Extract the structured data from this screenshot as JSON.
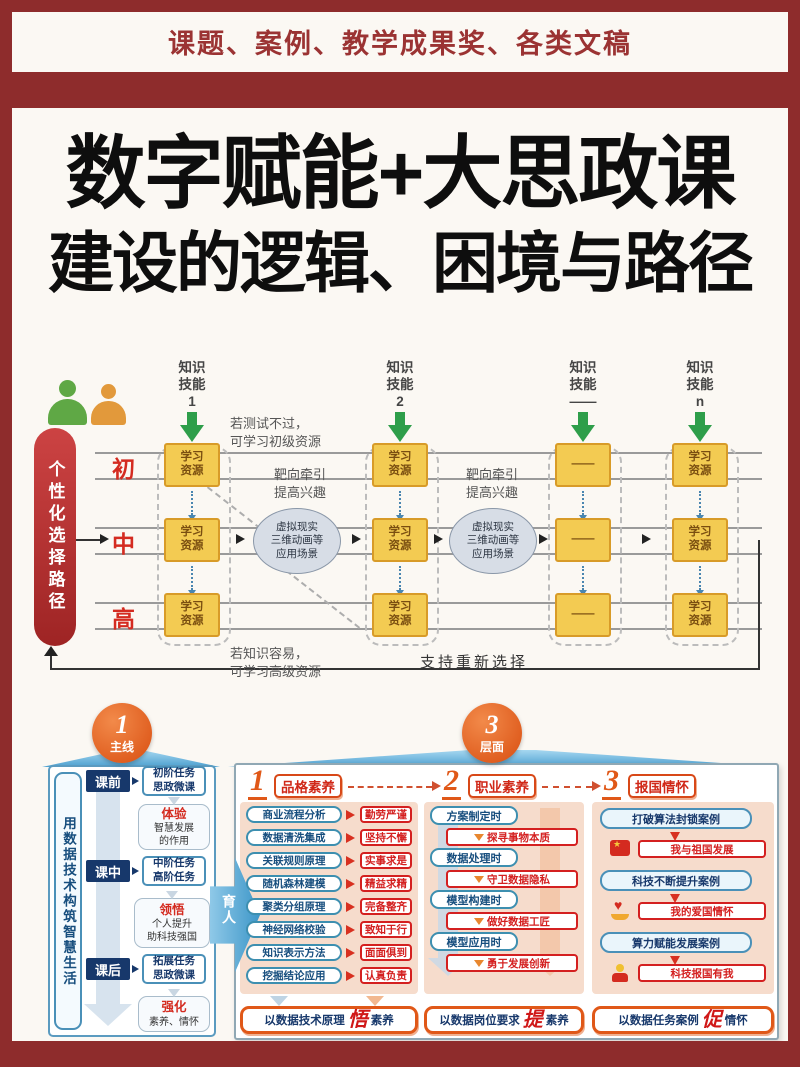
{
  "header": {
    "strip_text": "课题、案例、教学成果奖、各类文稿"
  },
  "title": {
    "line1": "数字赋能+大思政课",
    "line2": "建设的逻辑、困境与路径"
  },
  "d1": {
    "left_bar": "个性化选择路径",
    "levels": [
      "初",
      "中",
      "高"
    ],
    "col_header_l1": "知识",
    "col_header_l2": "技能",
    "col_nums": [
      "1",
      "2",
      "——",
      "n"
    ],
    "box_l1": "学习",
    "box_l2": "资源",
    "box_dash": "——",
    "note_top_l1": "若测试不过，",
    "note_top_l2": "可学习初级资源",
    "note_bottom_l1": "若知识容易，",
    "note_bottom_l2": "可学习高级资源",
    "target_l1": "靶向牵引",
    "target_l2": "提高兴趣",
    "ellipse_l1": "虚拟现实",
    "ellipse_l2": "三维动画等",
    "ellipse_l3": "应用场景",
    "reselect": "支持重新选择"
  },
  "d2": {
    "badge_main": {
      "num": "1",
      "label": "主线"
    },
    "badge_layers": {
      "num": "3",
      "label": "层面"
    },
    "sidebar": "用数据技术构筑智慧生活",
    "stages": [
      {
        "stage": "课前",
        "task_l1": "初阶任务",
        "task_l2": "思政微课",
        "outcome_head": "体验",
        "outcome_l1": "智慧发展",
        "outcome_l2": "的作用"
      },
      {
        "stage": "课中",
        "task_l1": "中阶任务",
        "task_l2": "高阶任务",
        "outcome_head": "领悟",
        "outcome_l1": "个人提升",
        "outcome_l2": "助科技强国"
      },
      {
        "stage": "课后",
        "task_l1": "拓展任务",
        "task_l2": "思政微课",
        "outcome_head": "强化",
        "outcome_l1": "素养、情怀",
        "outcome_l2": ""
      }
    ],
    "yuren": "育人",
    "sections": [
      {
        "num": "1",
        "label": "品格素养"
      },
      {
        "num": "2",
        "label": "职业素养"
      },
      {
        "num": "3",
        "label": "报国情怀"
      }
    ],
    "col1_pairs": [
      [
        "商业流程分析",
        "勤劳严谨"
      ],
      [
        "数据清洗集成",
        "坚持不懈"
      ],
      [
        "关联规则原理",
        "实事求是"
      ],
      [
        "随机森林建模",
        "精益求精"
      ],
      [
        "聚类分组原理",
        "完备整齐"
      ],
      [
        "神经网络校验",
        "致知于行"
      ],
      [
        "知识表示方法",
        "面面俱到"
      ],
      [
        "挖掘结论应用",
        "认真负责"
      ]
    ],
    "col2_items": [
      [
        "方案制定时",
        "探寻事物本质"
      ],
      [
        "数据处理时",
        "守卫数据隐私"
      ],
      [
        "模型构建时",
        "做好数据工匠"
      ],
      [
        "模型应用时",
        "勇于发展创新"
      ]
    ],
    "col3_items": [
      [
        "打破算法封锁案例",
        "我与祖国发展"
      ],
      [
        "科技不断提升案例",
        "我的爱国情怀"
      ],
      [
        "算力赋能发展案例",
        "科技报国有我"
      ]
    ],
    "footers": [
      {
        "pre": "以数据技术原理",
        "key": "悟",
        "post": "素养"
      },
      {
        "pre": "以数据岗位要求",
        "key": "提",
        "post": "素养"
      },
      {
        "pre": "以数据任务案例",
        "key": "促",
        "post": "情怀"
      }
    ]
  },
  "colors": {
    "frame": "#8E2C2C",
    "accent_red": "#C9302C",
    "box_yellow": "#F3CB52",
    "arrow_green": "#2E9E4A",
    "navy": "#17386B",
    "orange": "#E05818",
    "blue": "#4A90B8"
  }
}
